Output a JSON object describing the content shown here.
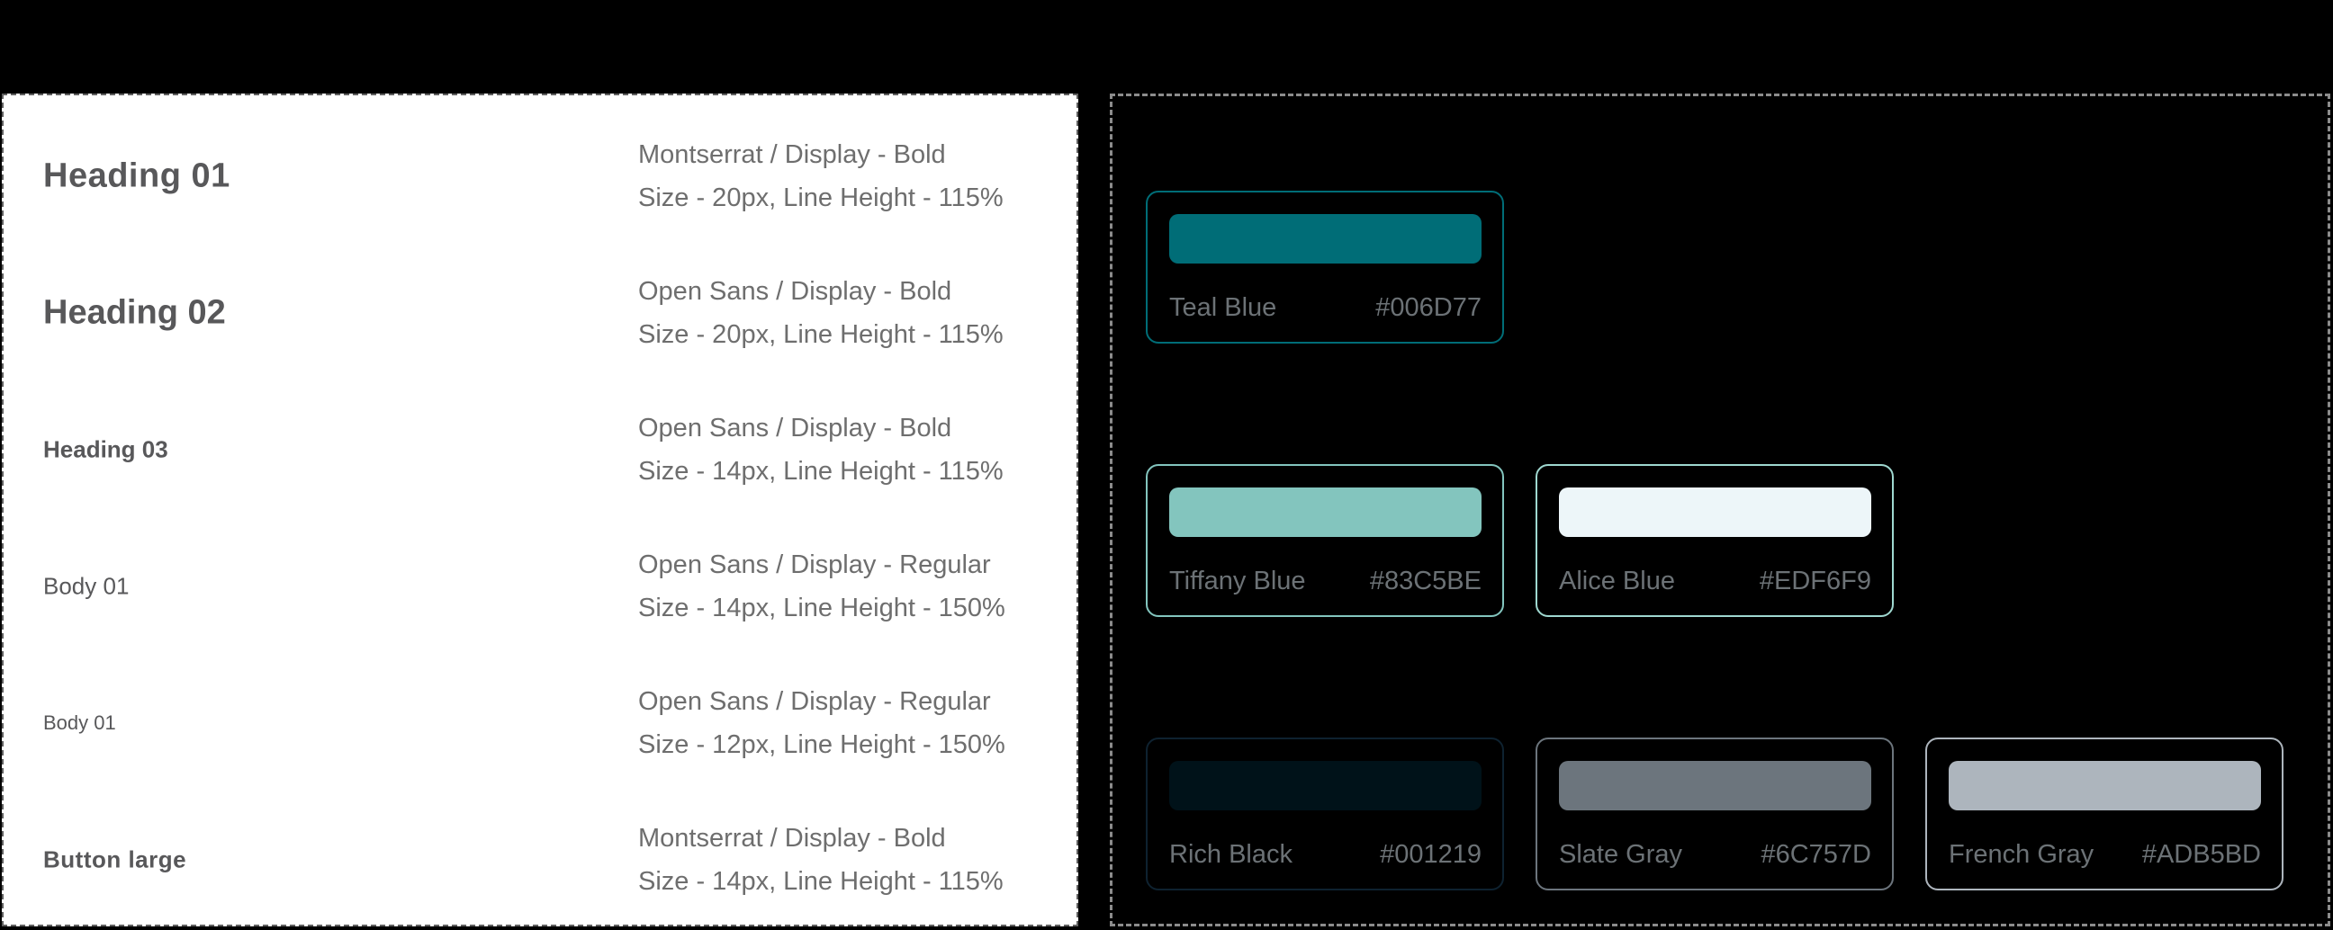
{
  "typography_panel": {
    "rows": [
      {
        "label": "Heading 01",
        "font_line": "Montserrat / Display - Bold",
        "size_line": "Size - 20px, Line Height - 115%"
      },
      {
        "label": "Heading 02",
        "font_line": "Open Sans / Display - Bold",
        "size_line": "Size - 20px, Line Height - 115%"
      },
      {
        "label": "Heading 03",
        "font_line": "Open Sans / Display - Bold",
        "size_line": "Size - 14px, Line Height - 115%"
      },
      {
        "label": "Body 01",
        "font_line": "Open Sans / Display - Regular",
        "size_line": "Size - 14px, Line Height - 150%"
      },
      {
        "label": "Body 01",
        "font_line": "Open Sans / Display - Regular",
        "size_line": "Size - 12px, Line Height - 150%"
      },
      {
        "label": "Button large",
        "font_line": "Montserrat / Display - Bold",
        "size_line": "Size - 14px, Line Height - 115%"
      }
    ]
  },
  "colors_panel": {
    "swatches": [
      {
        "name": "Teal Blue",
        "hex": "#006D77",
        "border_hex": "#006D77"
      },
      {
        "name": "Tiffany Blue",
        "hex": "#83C5BE",
        "border_hex": "#83C5BE"
      },
      {
        "name": "Alice Blue",
        "hex": "#EDF6F9",
        "border_hex": "#9FD8D0"
      },
      {
        "name": "Rich Black",
        "hex": "#001219",
        "border_hex": "#0E2230"
      },
      {
        "name": "Slate Gray",
        "hex": "#6C757D",
        "border_hex": "#6C757D"
      },
      {
        "name": "French Gray",
        "hex": "#ADB5BD",
        "border_hex": "#ADB5BD"
      }
    ]
  },
  "palette": {
    "page_background": "#000000",
    "panel_background": "#FFFFFF",
    "dashed_border_dark": "#616161",
    "dashed_border_light": "#8C8C8C",
    "heading_text": "#58585A",
    "spec_text": "#6E6E6E",
    "swatch_label_text": "#6C7276"
  }
}
